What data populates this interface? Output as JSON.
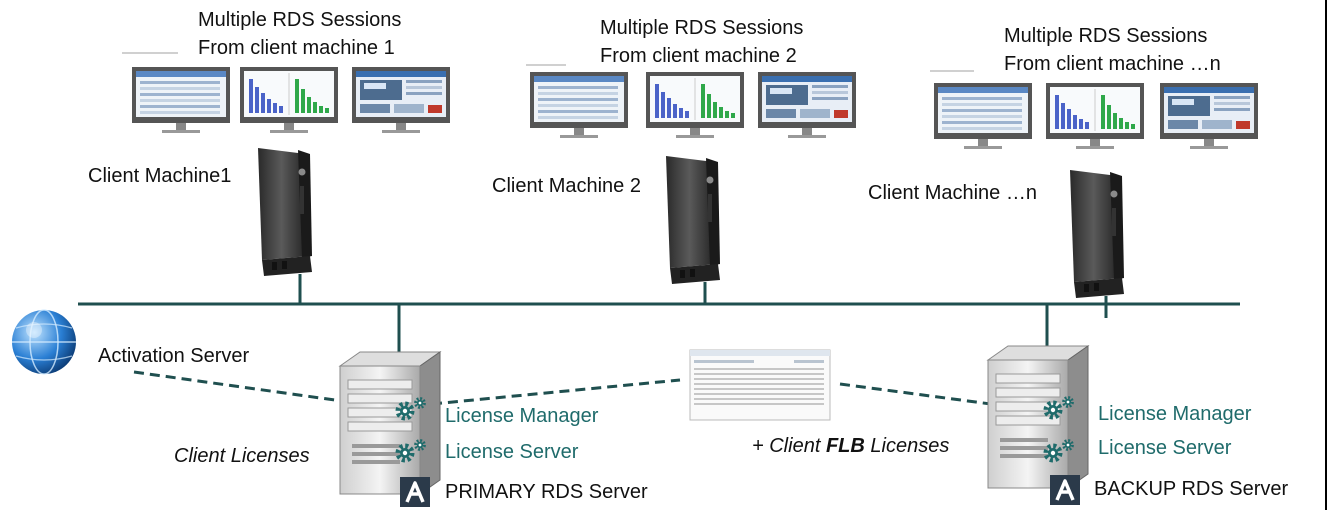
{
  "clients": [
    {
      "sessions_line1": "Multiple RDS Sessions",
      "sessions_line2": "From client machine 1",
      "label": "Client Machine1"
    },
    {
      "sessions_line1": "Multiple RDS Sessions",
      "sessions_line2": "From client machine 2",
      "label": "Client Machine 2"
    },
    {
      "sessions_line1": "Multiple RDS Sessions",
      "sessions_line2": "From client machine …n",
      "label": "Client Machine …n"
    }
  ],
  "activation_server": {
    "label": "Activation Server"
  },
  "primary": {
    "license_manager": "License Manager",
    "license_server": "License Server",
    "name": "PRIMARY RDS Server",
    "licenses_note": "Client Licenses"
  },
  "backup": {
    "license_manager": "License Manager",
    "license_server": "License Server",
    "name": "BACKUP RDS Server"
  },
  "flb_note": {
    "prefix": "+ Client ",
    "bold": "FLB",
    "suffix": " Licenses"
  },
  "colors": {
    "network_line": "#1f4f4f",
    "teal_text": "#1f6b6b",
    "gear": "#1f6b6b",
    "globe": "#2a7fd4",
    "app_icon_bg": "#2b3a4a",
    "chart_blue": "#4b63c8",
    "chart_green": "#2fa84a"
  },
  "icons": [
    "globe-icon",
    "gear-icon",
    "app-logo-icon",
    "monitor-icon",
    "tower-pc-icon",
    "server-icon",
    "screenshot-thumbnail"
  ]
}
